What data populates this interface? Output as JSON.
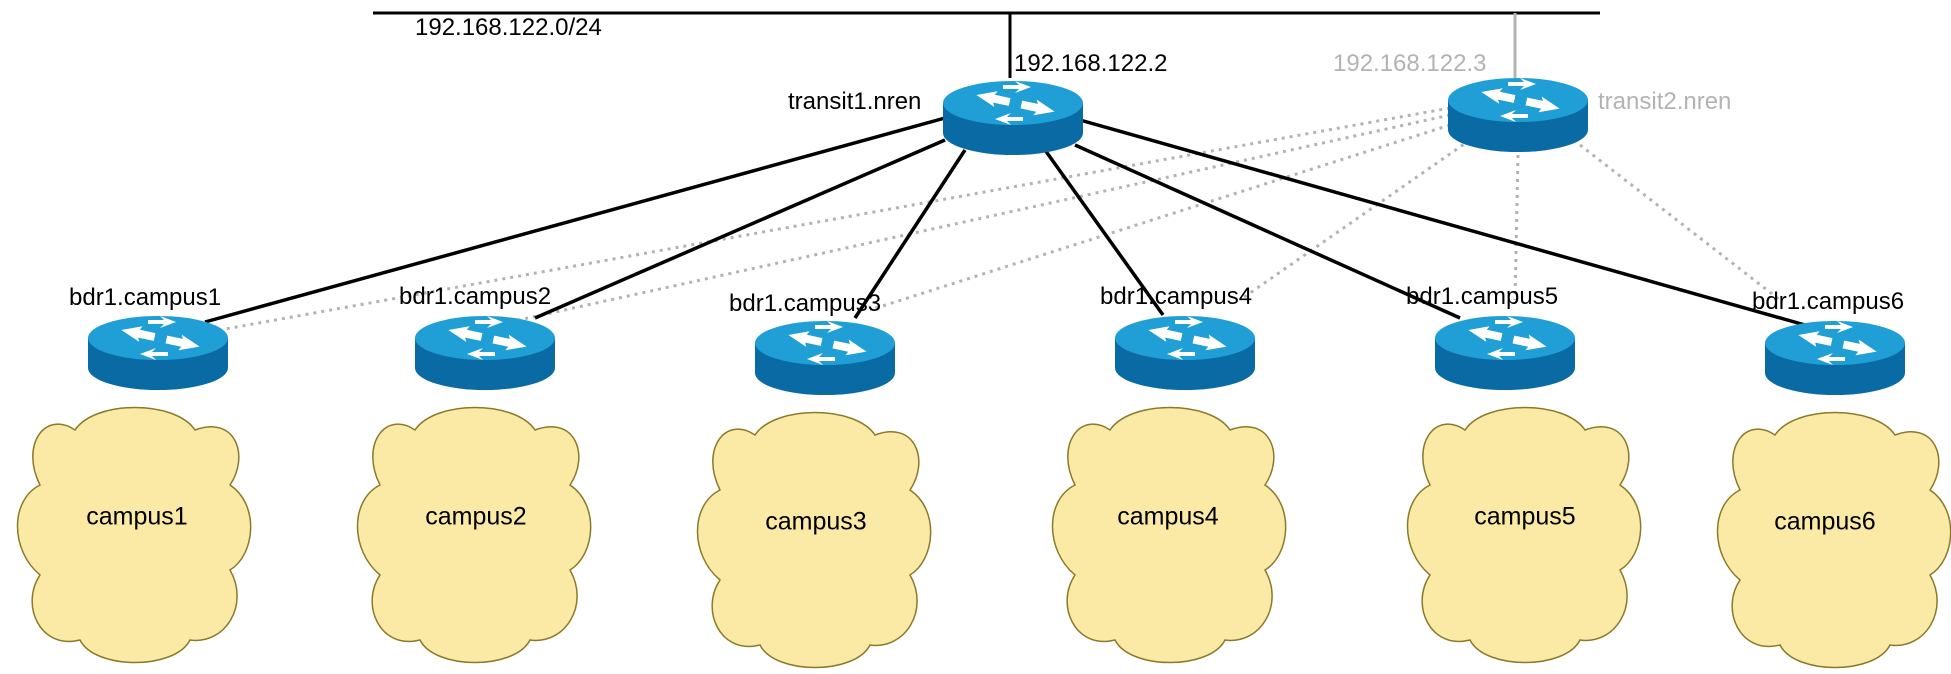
{
  "network": {
    "subnet_label": "192.168.122.0/24"
  },
  "transit1": {
    "name": "transit1.nren",
    "ip": "192.168.122.2"
  },
  "transit2": {
    "name": "transit2.nren",
    "ip": "192.168.122.3"
  },
  "campuses": [
    {
      "router": "bdr1.campus1",
      "cloud": "campus1"
    },
    {
      "router": "bdr1.campus2",
      "cloud": "campus2"
    },
    {
      "router": "bdr1.campus3",
      "cloud": "campus3"
    },
    {
      "router": "bdr1.campus4",
      "cloud": "campus4"
    },
    {
      "router": "bdr1.campus5",
      "cloud": "campus5"
    },
    {
      "router": "bdr1.campus6",
      "cloud": "campus6"
    }
  ],
  "colors": {
    "router_top": "#1f9fd6",
    "router_side": "#0a6aa3",
    "cloud_fill": "#fbeaa5",
    "cloud_stroke": "#8a7a2a",
    "active_link": "#000000",
    "backup_link": "#b3b3b3"
  },
  "icons": {
    "router": "router-icon",
    "cloud": "cloud-icon"
  }
}
